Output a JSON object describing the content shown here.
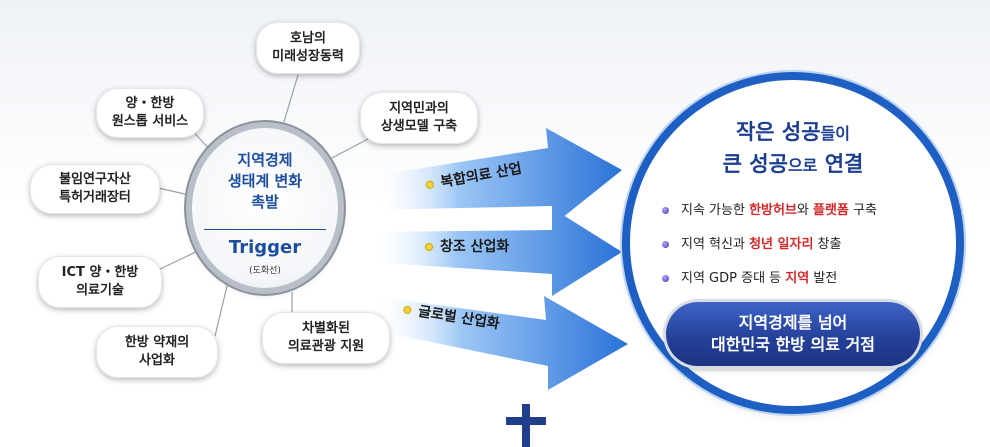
{
  "center": {
    "title": "지역경제\n생태계 변화\n촉발",
    "trigger": "Trigger",
    "sub": "(도화선)"
  },
  "nodes": [
    {
      "id": "honam",
      "label": "호남의\n미래성장동력"
    },
    {
      "id": "coexist",
      "label": "지역민과의\n상생모델 구축"
    },
    {
      "id": "onestop",
      "label": "양・한방\n원스톱 서비스"
    },
    {
      "id": "patent",
      "label": "불임연구자산\n특허거래장터"
    },
    {
      "id": "ict",
      "label": "ICT 양・한방\n의료기술"
    },
    {
      "id": "herb",
      "label": "한방 약재의\n사업화"
    },
    {
      "id": "tourism",
      "label": "차별화된\n의료관광 지원"
    }
  ],
  "arrows": [
    {
      "label": "복합의료 산업"
    },
    {
      "label": "창조 산업화"
    },
    {
      "label": "글로벌 산업화"
    }
  ],
  "result": {
    "line1_a": "작은 성공",
    "line1_b": "들이",
    "line2_a": "큰 성공",
    "line2_b": "으로",
    "line2_c": "연결",
    "items": [
      {
        "pre": "지속 가능한 ",
        "hl1": "한방허브",
        "mid": "와 ",
        "hl2": "플랫폼",
        "post": " 구축"
      },
      {
        "pre": "지역 혁신과 ",
        "hl1": "청년 일자리",
        "mid": " 창출",
        "hl2": "",
        "post": ""
      },
      {
        "pre": "지역 GDP 증대 등 ",
        "hl1": "지역",
        "mid": " 발전",
        "hl2": "",
        "post": ""
      }
    ],
    "button": "지역경제를 넘어\n대한민국 한방 의료 거점"
  },
  "colors": {
    "hub_text": "#1d4e9e",
    "ring": "#1e5fc4",
    "highlight": "#d12a2a",
    "arrow": "#2f7fe0",
    "plus": "#1f3f8a"
  },
  "icons": {
    "plus": "plus-icon"
  }
}
